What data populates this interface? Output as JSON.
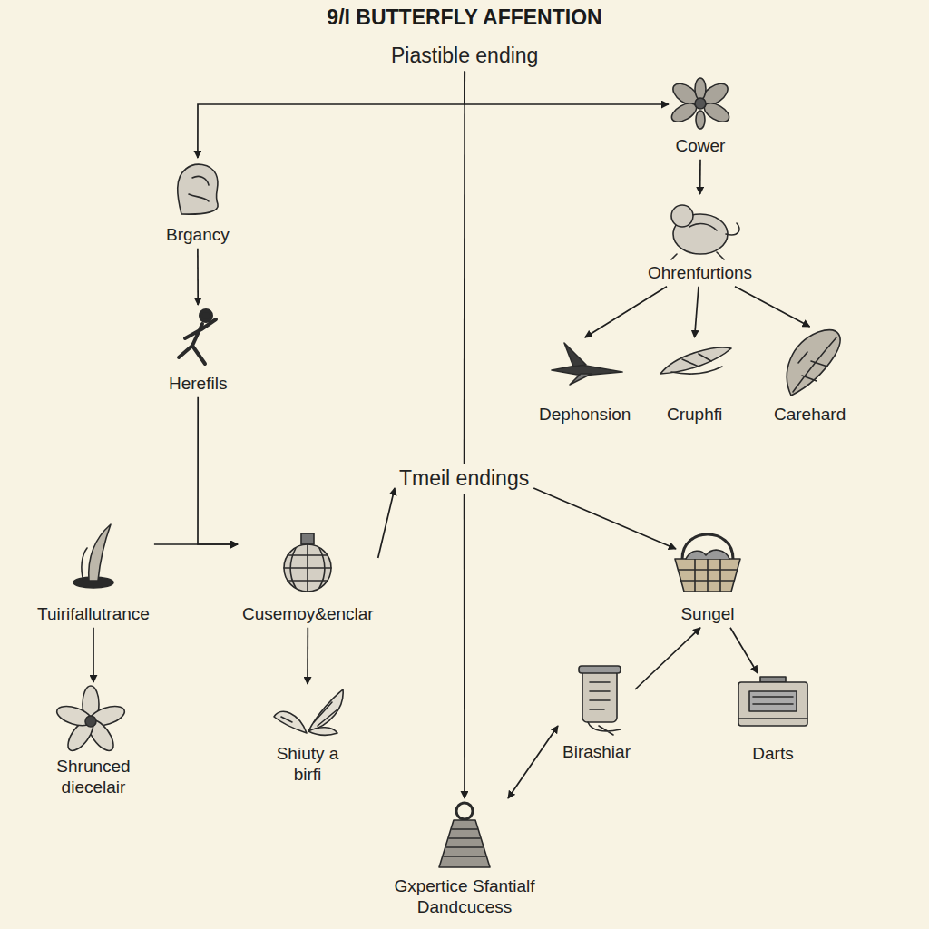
{
  "diagram": {
    "title": "9/I BUTTERFLY AFFENTION",
    "nodes": [
      {
        "text": [
          "Piastible ending"
        ]
      },
      {
        "text": [
          "Brgancy"
        ]
      },
      {
        "text": [
          "Herefils"
        ]
      },
      {
        "text": [
          "Cower"
        ]
      },
      {
        "text": [
          "Ohrenfurtions"
        ]
      },
      {
        "text": [
          "Dephonsion"
        ]
      },
      {
        "text": [
          "Cruphfi"
        ]
      },
      {
        "text": [
          "Carehard"
        ]
      },
      {
        "text": [
          "Tmeil endings"
        ]
      },
      {
        "text": [
          "Tuirifallutrance"
        ]
      },
      {
        "text": [
          "Cusemoy&enclar"
        ]
      },
      {
        "text": [
          "Sungel"
        ]
      },
      {
        "text": [
          "Shrunced diecelair"
        ]
      },
      {
        "text": [
          "Shiuty a birfi"
        ]
      },
      {
        "text": [
          "Birashiar"
        ]
      },
      {
        "text": [
          "Darts"
        ]
      },
      {
        "text": [
          "Gxpertice Sfantialf Dandcucess"
        ]
      }
    ],
    "edges": [
      {
        "from": 0,
        "to": 1,
        "arrow": "to"
      },
      {
        "from": 0,
        "to": 3,
        "arrow": "to"
      },
      {
        "from": 0,
        "to": 8,
        "arrow": "none"
      },
      {
        "from": 1,
        "to": 2,
        "arrow": "to"
      },
      {
        "from": 3,
        "to": 4,
        "arrow": "to"
      },
      {
        "from": 4,
        "to": 5,
        "arrow": "to"
      },
      {
        "from": 4,
        "to": 6,
        "arrow": "to"
      },
      {
        "from": 4,
        "to": 7,
        "arrow": "to"
      },
      {
        "from": 2,
        "to": 10,
        "arrow": "to"
      },
      {
        "from": 9,
        "to": 10,
        "arrow": "to"
      },
      {
        "from": 10,
        "to": 8,
        "arrow": "to"
      },
      {
        "from": 8,
        "to": 11,
        "arrow": "to"
      },
      {
        "from": 8,
        "to": 16,
        "arrow": "to"
      },
      {
        "from": 9,
        "to": 12,
        "arrow": "to"
      },
      {
        "from": 10,
        "to": 13,
        "arrow": "to"
      },
      {
        "from": 14,
        "to": 11,
        "arrow": "to"
      },
      {
        "from": 11,
        "to": 15,
        "arrow": "to"
      },
      {
        "from": 16,
        "to": 14,
        "arrow": "both"
      }
    ]
  }
}
